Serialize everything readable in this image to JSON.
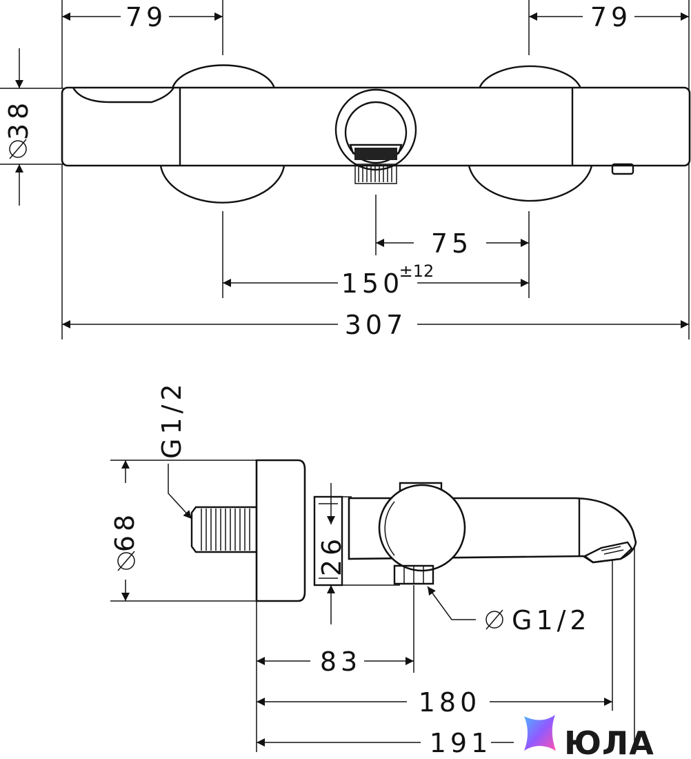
{
  "top_view": {
    "dim_left_offset": "79",
    "dim_right_offset": "79",
    "dim_diameter": "38",
    "dim_inner": "75",
    "dim_center": "150",
    "dim_center_tolerance": "±12",
    "dim_total": "307"
  },
  "side_view": {
    "label_inlet_thread": "G1/2",
    "dim_flange_diameter": "68",
    "dim_height": "26",
    "label_outlet_thread": "G1/2",
    "dim_83": "83",
    "dim_180": "180",
    "dim_191": "191"
  },
  "watermark": {
    "brand": "ЮЛА"
  },
  "colors": {
    "line": "#111111",
    "background": "#ffffff"
  },
  "icons": {
    "diameter_symbol": "diameter-icon",
    "brand_logo": "yula-star-logo"
  }
}
